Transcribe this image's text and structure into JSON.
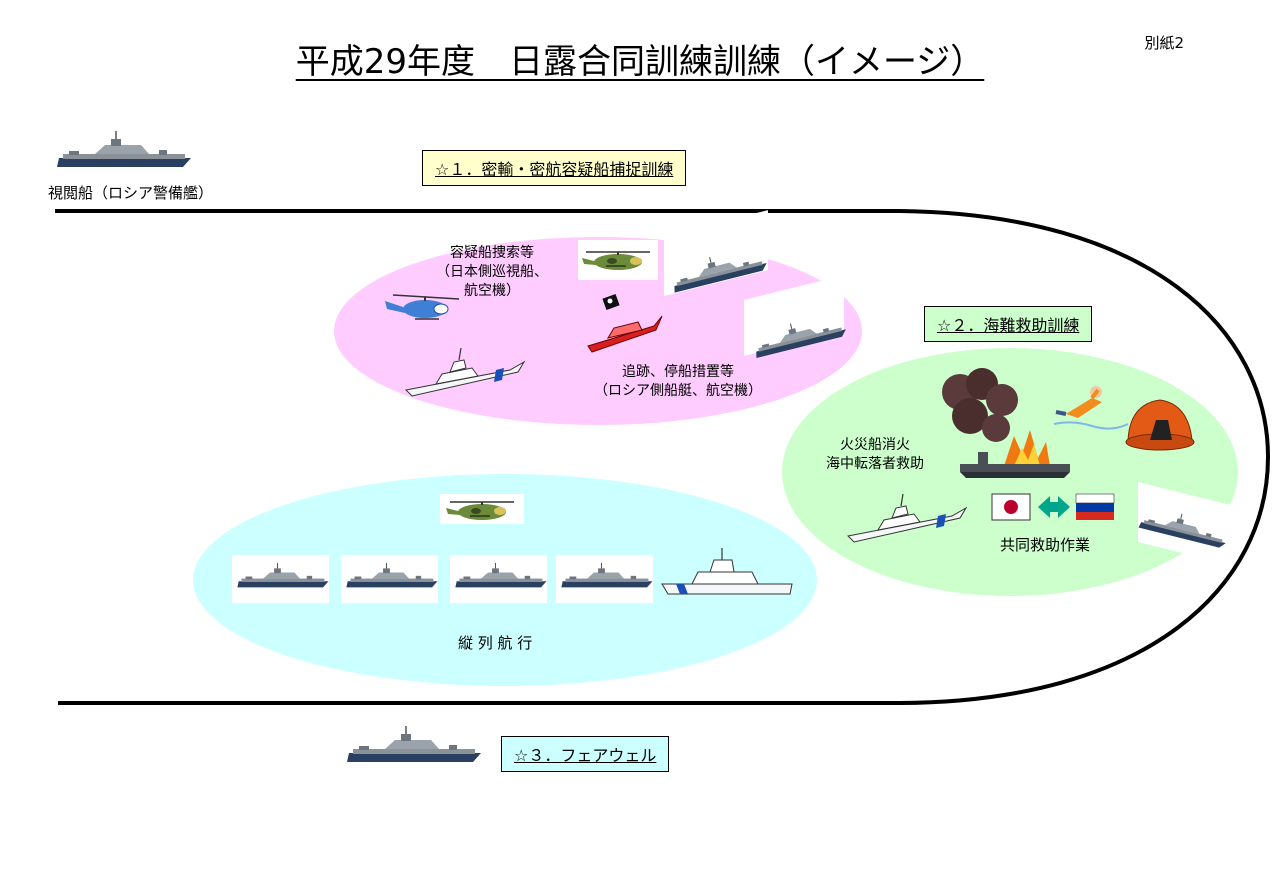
{
  "header": {
    "title": "平成29年度　日露合同訓練訓練（イメージ）",
    "ref_label": "別紙2"
  },
  "review_ship": {
    "label": "視閲船（ロシア警備艦）"
  },
  "sections": [
    {
      "label": "☆１．密輸・密航容疑船捕捉訓練",
      "bg": "#ffffcc"
    },
    {
      "label": "☆２．海難救助訓練",
      "bg": "#ccffcc"
    },
    {
      "label": "☆３．フェアウェル",
      "bg": "#ccffff"
    }
  ],
  "zones": {
    "search": {
      "color": "#ffccff",
      "label_japan": [
        "容疑船捜索等",
        "（日本側巡視船、",
        "航空機）"
      ],
      "label_russia": [
        "追跡、停船措置等",
        "（ロシア側船艇、航空機）"
      ]
    },
    "column": {
      "color": "#ccffff",
      "label": "縦 列 航 行"
    },
    "rescue": {
      "color": "#ccffcc",
      "label_fire": [
        "火災船消火",
        "海中転落者救助"
      ],
      "joint_label": "共同救助作業"
    }
  },
  "colors": {
    "hull_grey": "#8a9199",
    "hull_dark": "#1f3557",
    "patrol_white": "#f4f6f8",
    "patrol_blue": "#1a4fb8",
    "suspect_red": "#d81e1e",
    "flag_red": "#bc002d",
    "flag_ru_blue": "#0039a6",
    "flag_ru_red": "#d52b1e",
    "arrow_green": "#00a58a",
    "raft_orange": "#e25a16"
  }
}
